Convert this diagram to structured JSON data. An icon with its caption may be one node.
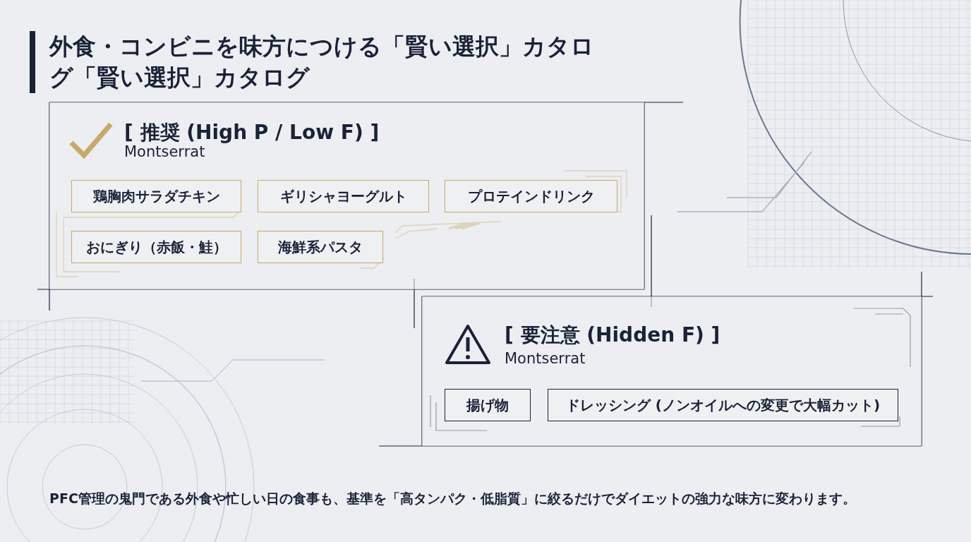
{
  "diagram": {
    "title": "外食・コンビニを味方につける「賢い選択」カタログ「賢い選択」カタログ",
    "caption": "PFC管理の鬼門である外食や忙しい日の食事も、基準を「高タンパク・低脂質」に絞るだけでダイエットの強力な味方に変わります。",
    "nodes": [
      {
        "text": [
          "[ 推奨 (High P / Low F) ]",
          "Montserrat"
        ]
      },
      {
        "text": [
          "鶏胸肉サラダチキン"
        ],
        "in": 0
      },
      {
        "text": [
          "ギリシャヨーグルト"
        ],
        "in": 0
      },
      {
        "text": [
          "プロテインドリンク"
        ],
        "in": 0
      },
      {
        "text": [
          "おにぎり（赤飯・鮭）"
        ],
        "in": 0
      },
      {
        "text": [
          "海鮮系パスタ"
        ],
        "in": 0
      },
      {
        "text": [
          "[ 要注意 (Hidden F) ]",
          "Montserrat"
        ]
      },
      {
        "text": [
          "揚げ物"
        ],
        "in": 6
      },
      {
        "text": [
          "ドレッシング (ノンオイルへの変更で大幅カット)"
        ],
        "in": 6
      }
    ],
    "edges": []
  }
}
